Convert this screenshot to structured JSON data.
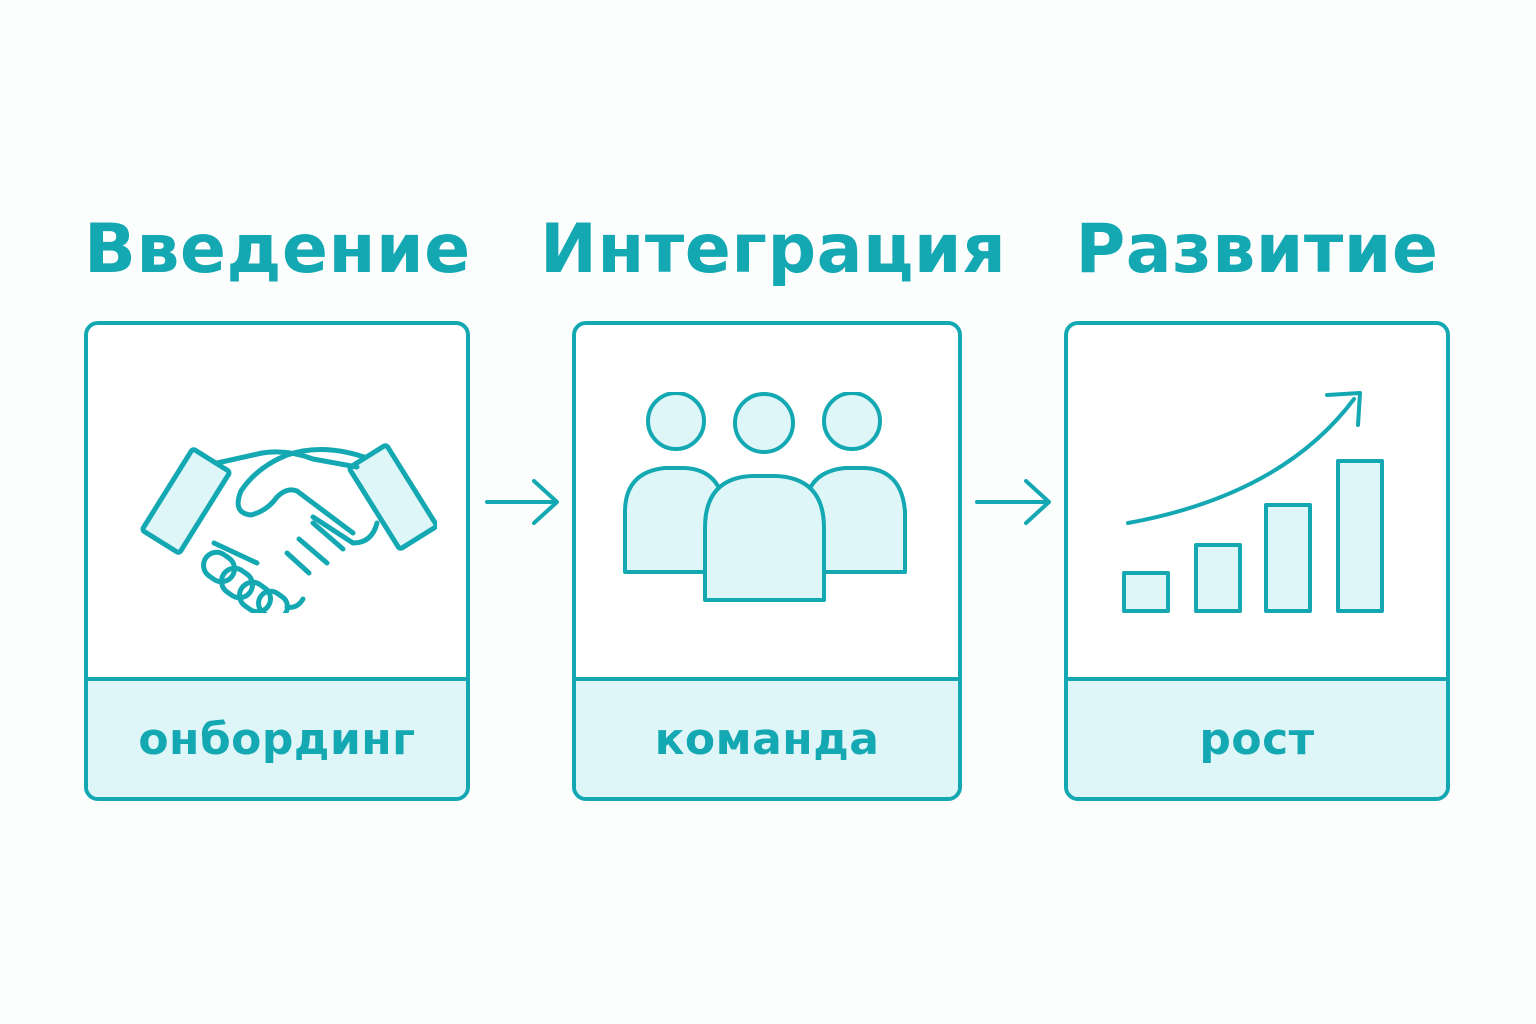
{
  "colors": {
    "accent": "#14a8b3",
    "fill": "#dff6f8",
    "background": "#fcfdfd"
  },
  "stages": [
    {
      "title": "Введение",
      "label": "онбординг",
      "icon": "handshake-icon"
    },
    {
      "title": "Интеграция",
      "label": "команда",
      "icon": "team-icon"
    },
    {
      "title": "Развитие",
      "label": "рост",
      "icon": "growth-chart-icon"
    }
  ],
  "connectors": [
    "arrow-right-icon",
    "arrow-right-icon"
  ]
}
